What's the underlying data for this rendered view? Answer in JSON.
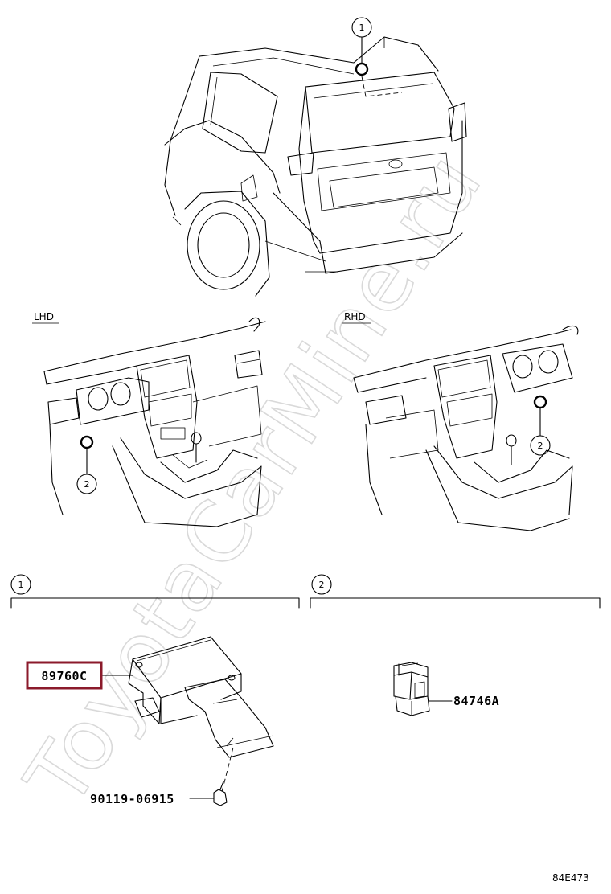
{
  "watermark": "ToyotaCarMine.ru",
  "callouts": {
    "one": "1",
    "two": "2"
  },
  "views": {
    "lhd": "LHD",
    "rhd": "RHD"
  },
  "parts": {
    "ecu": "89760C",
    "switch": "84746A",
    "bolt": "90119-06915"
  },
  "highlight_color": "#8b1a2b",
  "diagram_code": "84E473"
}
